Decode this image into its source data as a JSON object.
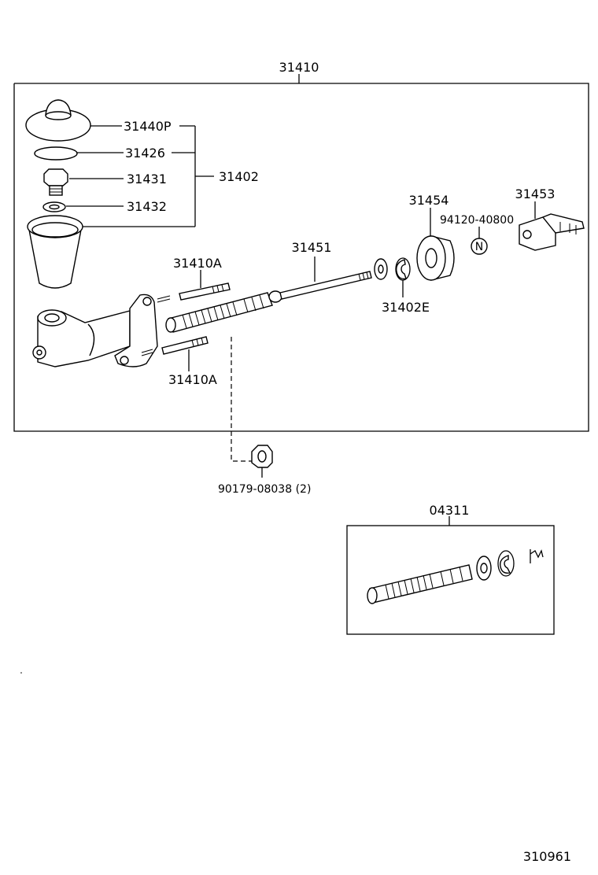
{
  "labels": {
    "assembly": "31410",
    "reservoir_cap": "31440P",
    "cap_gasket": "31426",
    "union_bolt": "31431",
    "union_gasket": "31432",
    "reservoir_set": "31402",
    "stud_upper": "31410A",
    "stud_lower": "31410A",
    "push_rod": "31451",
    "boot": "31454",
    "clevis": "31453",
    "nut_part": "94120-40800",
    "snap_ring": "31402E",
    "nut_mount": "90179-08038 (2)",
    "kit": "04311",
    "diagram_id": "310961"
  },
  "nut_marker": "N"
}
